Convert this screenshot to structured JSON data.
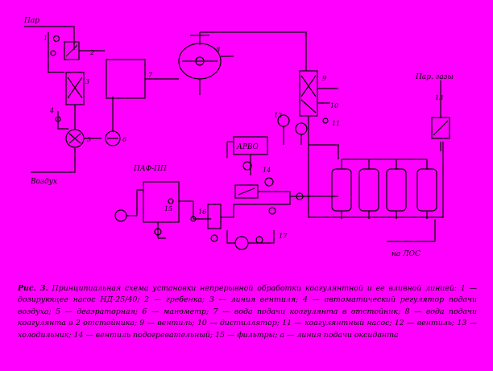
{
  "labels": {
    "top_left": "Пар",
    "bottom_left": "Воздух",
    "ngp": "ПАФ-ПП",
    "top_right": "Пар. газы",
    "bottom_right": "на ЛОС",
    "control_box": "АРВО"
  },
  "numbers": [
    "1",
    "2",
    "3",
    "4",
    "5",
    "6",
    "7",
    "8",
    "9",
    "10",
    "11",
    "12",
    "13",
    "14",
    "15",
    "16",
    "17"
  ],
  "caption": {
    "figure_label": "Рис. 3.",
    "text": "Принципиальная схема установки непрерывной обработки коагулянтной и ее вливной линией: 1 — дозирующее насос НД-25/40; 2 — гребенка; 3 — линия вентиля; 4 — автоматический регулятор подачи воздуха; 5 — деаэраторная; 6 — манометр; 7 — вода подачи коагулянта в отстойник; 8 — вода подачи коагулянта в 2 отстойника; 9 — вентиль; 10 — дистиллятор; 11 — коагулянтный насос; 12 — вентиль; 13 — холодильник; 14 — вентиль подогревательный; 15 — фильтры; а — линия подачи оксиданта"
  },
  "colors": {
    "background": "#ff00ff",
    "ink": "#000000"
  }
}
